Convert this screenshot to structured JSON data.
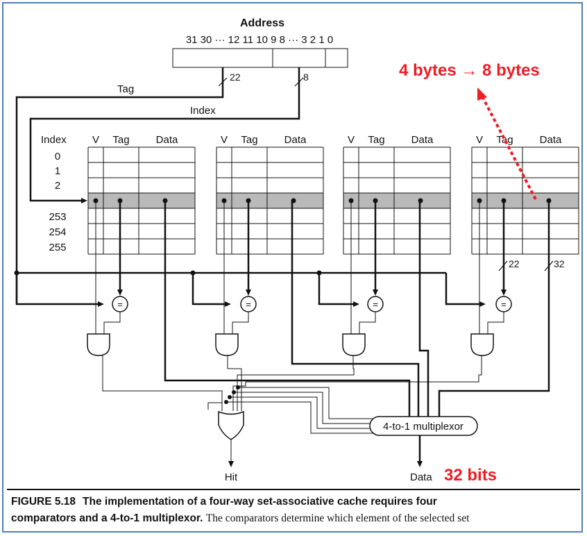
{
  "address": {
    "title": "Address",
    "bit_labels": "31 30 ··· 12 11 10 9 8 ··· 3 2 1 0",
    "tag_width": "22",
    "index_width": "8"
  },
  "wires": {
    "tag_label": "Tag",
    "index_label": "Index"
  },
  "index_table": {
    "header": "Index",
    "rows_top": [
      "0",
      "1",
      "2"
    ],
    "rows_bottom": [
      "253",
      "254",
      "255"
    ]
  },
  "way_headers": {
    "v": "V",
    "tag": "Tag",
    "data": "Data"
  },
  "way_count": 4,
  "bus_widths": {
    "tag": "22",
    "data": "32"
  },
  "comparator_symbol": "=",
  "mux_label": "4-to-1 multiplexor",
  "hit_label": "Hit",
  "data_out_label": "Data",
  "annotations": {
    "block_size": "4 bytes → 8 bytes",
    "data_bits": "32 bits",
    "color": "#ee1c25"
  },
  "caption": {
    "figure_number": "FIGURE 5.18",
    "bold_text": "The implementation of a four-way set-associative cache requires four",
    "bold_text_2": "comparators and a 4-to-1 multiplexor.",
    "normal_text": "The comparators determine which element of the selected set"
  },
  "colors": {
    "border": "#4f7fb9",
    "selected_row": "#b9b9b9",
    "annotation": "#ee1c25"
  }
}
